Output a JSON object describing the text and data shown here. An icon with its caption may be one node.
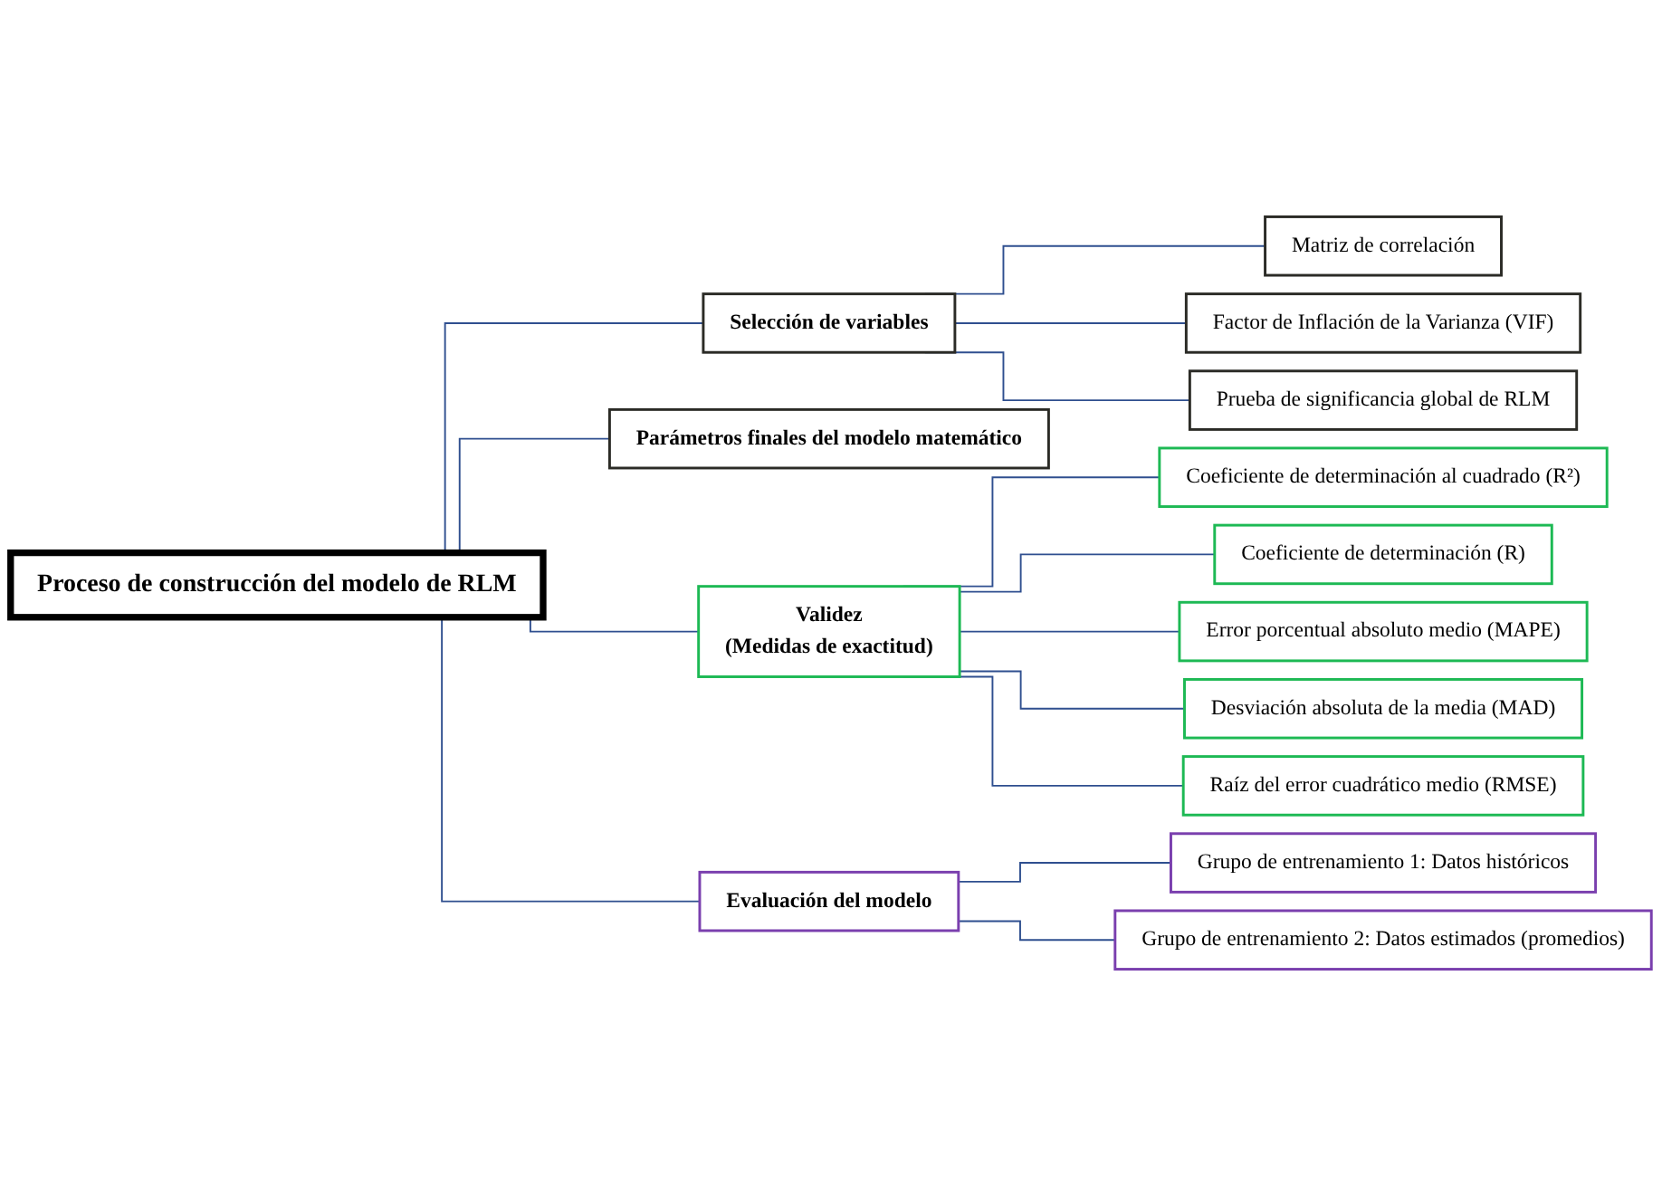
{
  "diagram": {
    "nodes": [
      {
        "text": [
          "Proceso de construcción del modelo de RLM"
        ]
      },
      {
        "text": [
          "Selección de variables"
        ]
      },
      {
        "text": [
          "Matriz de correlación"
        ]
      },
      {
        "text": [
          "Factor de Inflación de la Varianza (VIF)"
        ]
      },
      {
        "text": [
          "Prueba de significancia global de RLM"
        ]
      },
      {
        "text": [
          "Parámetros finales del modelo matemático"
        ]
      },
      {
        "text": [
          "Validez",
          "(Medidas de exactitud)"
        ]
      },
      {
        "text": [
          "Coeficiente de determinación al cuadrado (R²)"
        ]
      },
      {
        "text": [
          "Coeficiente de determinación (R)"
        ]
      },
      {
        "text": [
          "Error porcentual absoluto medio (MAPE)"
        ]
      },
      {
        "text": [
          "Desviación absoluta de la media (MAD)"
        ]
      },
      {
        "text": [
          "Raíz del error cuadrático medio (RMSE)"
        ]
      },
      {
        "text": [
          "Evaluación del modelo"
        ]
      },
      {
        "text": [
          "Grupo de entrenamiento 1: Datos históricos"
        ]
      },
      {
        "text": [
          "Grupo de entrenamiento 2: Datos estimados (promedios)"
        ]
      }
    ],
    "edges": [
      {
        "from": 0,
        "to": 1,
        "arrow": "none"
      },
      {
        "from": 0,
        "to": 5,
        "arrow": "none"
      },
      {
        "from": 0,
        "to": 6,
        "arrow": "none"
      },
      {
        "from": 0,
        "to": 12,
        "arrow": "none"
      },
      {
        "from": 1,
        "to": 2,
        "arrow": "none"
      },
      {
        "from": 1,
        "to": 3,
        "arrow": "none"
      },
      {
        "from": 1,
        "to": 4,
        "arrow": "none"
      },
      {
        "from": 6,
        "to": 7,
        "arrow": "none"
      },
      {
        "from": 6,
        "to": 8,
        "arrow": "none"
      },
      {
        "from": 6,
        "to": 9,
        "arrow": "none"
      },
      {
        "from": 6,
        "to": 10,
        "arrow": "none"
      },
      {
        "from": 6,
        "to": 11,
        "arrow": "none"
      },
      {
        "from": 12,
        "to": 13,
        "arrow": "none"
      },
      {
        "from": 12,
        "to": 14,
        "arrow": "none"
      }
    ]
  }
}
